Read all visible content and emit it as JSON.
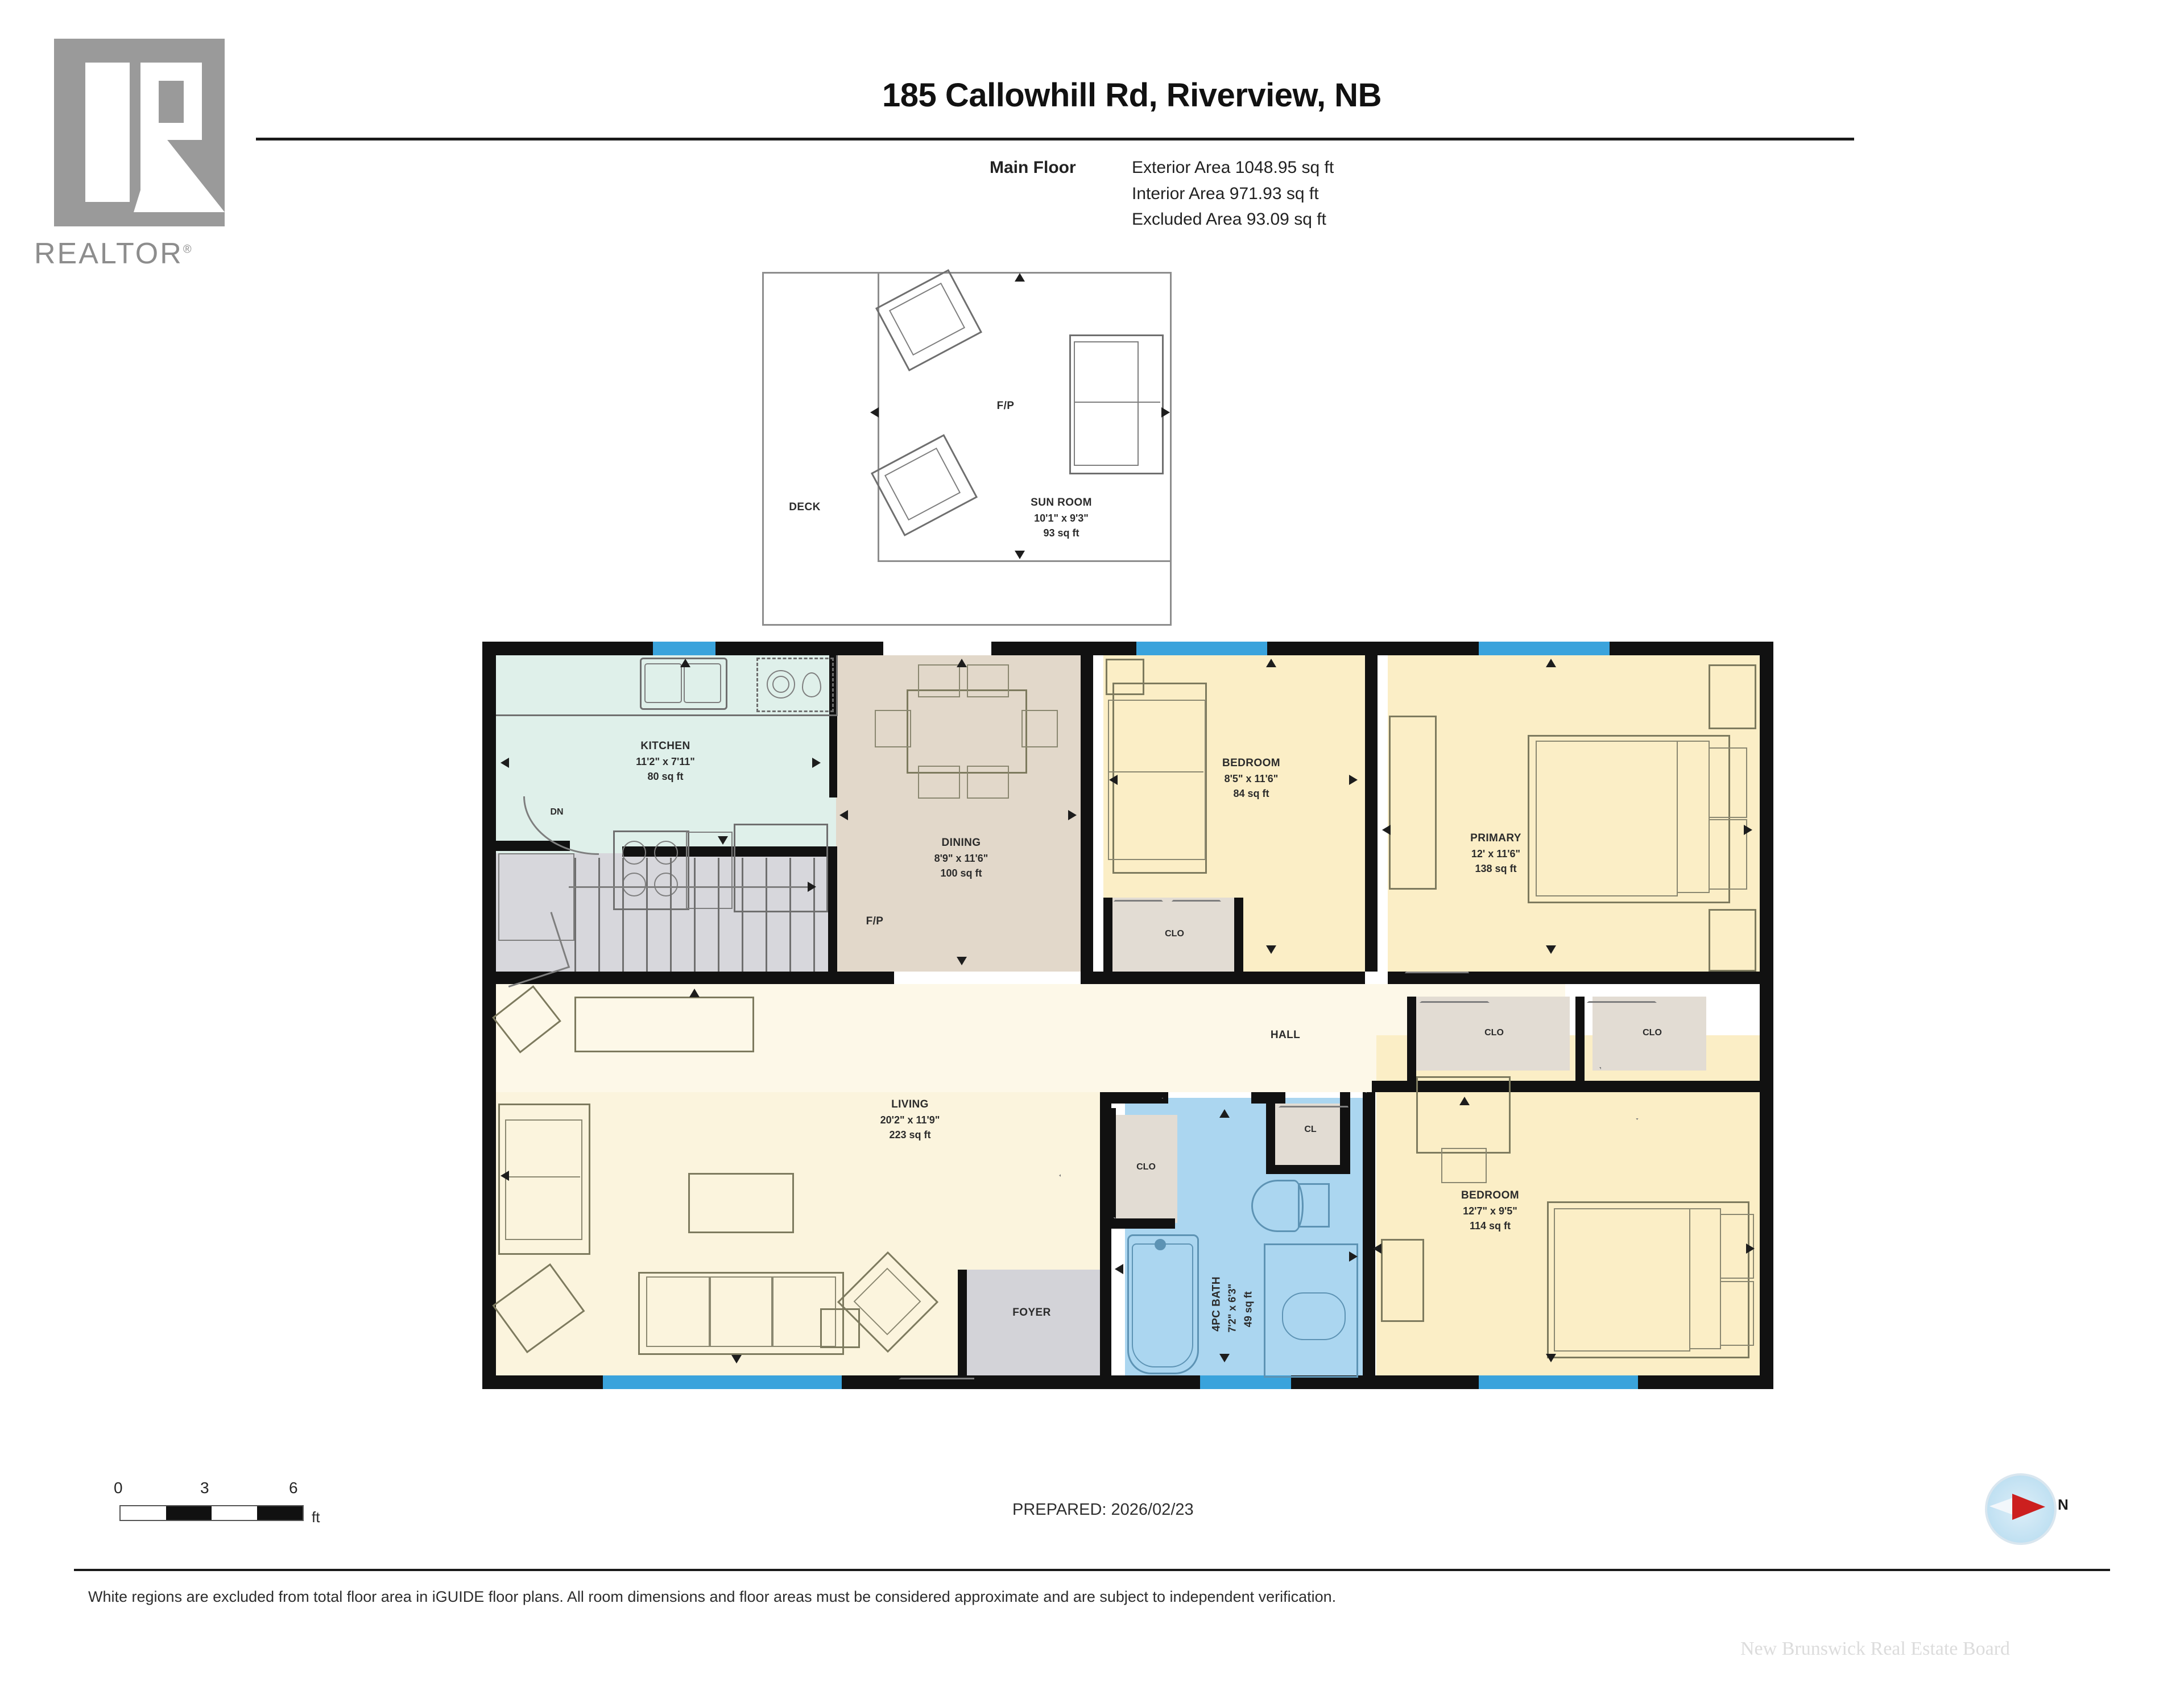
{
  "header": {
    "title": "185 Callowhill Rd, Riverview, NB",
    "floor_label": "Main Floor",
    "areas": [
      "Exterior Area 1048.95 sq ft",
      "Interior Area 971.93 sq ft",
      "Excluded Area 93.09 sq ft"
    ]
  },
  "logo": {
    "wordmark": "REALTOR",
    "registered": "®"
  },
  "rooms": {
    "deck": {
      "name": "DECK"
    },
    "sunroom": {
      "name": "SUN ROOM",
      "dim": "10'1\" x 9'3\"",
      "area": "93 sq ft",
      "fp": "F/P"
    },
    "kitchen": {
      "name": "KITCHEN",
      "dim": "11'2\" x 7'11\"",
      "area": "80 sq ft",
      "stairs": "DN"
    },
    "dining": {
      "name": "DINING",
      "dim": "8'9\" x 11'6\"",
      "area": "100 sq ft",
      "fp": "F/P"
    },
    "bedroom1": {
      "name": "BEDROOM",
      "dim": "8'5\" x 11'6\"",
      "area": "84 sq ft"
    },
    "primary": {
      "name": "PRIMARY",
      "dim": "12' x 11'6\"",
      "area": "138 sq ft"
    },
    "living": {
      "name": "LIVING",
      "dim": "20'2\" x 11'9\"",
      "area": "223 sq ft"
    },
    "bedroom2": {
      "name": "BEDROOM",
      "dim": "12'7\" x 9'5\"",
      "area": "114 sq ft"
    },
    "bath": {
      "name": "4PC BATH",
      "dim": "7'2\" x 6'3\"",
      "area": "49 sq ft"
    },
    "hall": {
      "name": "HALL"
    },
    "foyer": {
      "name": "FOYER"
    },
    "closets": {
      "clo": "CLO",
      "cl": "CL"
    }
  },
  "footer": {
    "scale": {
      "ticks": [
        "0",
        "3",
        "6"
      ],
      "unit": "ft"
    },
    "prepared": "PREPARED: 2026/02/23",
    "compass": {
      "north_label": "N"
    },
    "disclaimer": "White regions are excluded from total floor area in iGUIDE floor plans. All room dimensions and floor areas must be considered approximate and are subject to independent verification.",
    "watermark": "New Brunswick Real Estate Board"
  },
  "colors": {
    "wall": "#111111",
    "window": "#3aa3dc",
    "kitchen": "#dff0ea",
    "dining": "#e2d8ca",
    "bedroom": "#fbeec6",
    "living": "#fbf4dd",
    "bath": "#abd6f0",
    "closet": "#e2dcd3",
    "stairs": "#d7d7dc",
    "logo_gray": "#9a9a9a",
    "compass_needle": "#cc1f1f"
  }
}
